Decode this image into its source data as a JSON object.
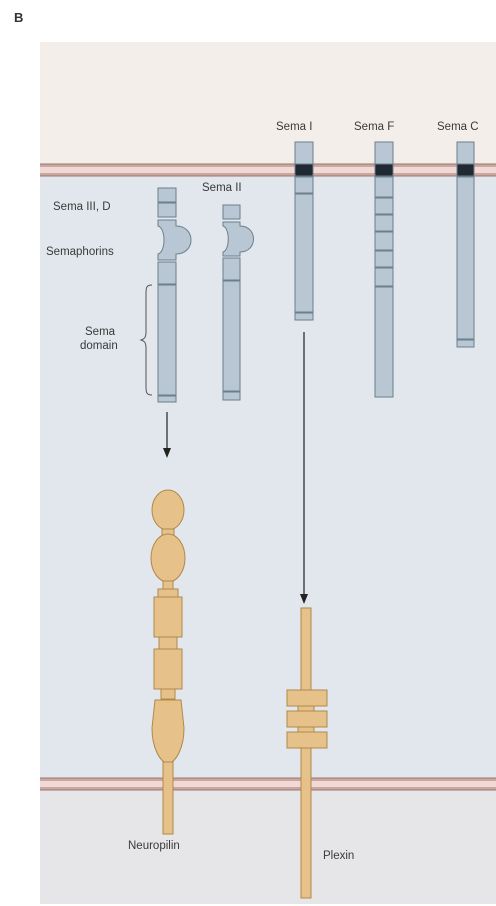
{
  "panel_letter": "B",
  "labels": {
    "sema_1": "Sema I",
    "sema_f": "Sema F",
    "sema_c": "Sema C",
    "sema_2": "Sema II",
    "sema_3d": "Sema III, D",
    "semaphorins": "Semaphorins",
    "sema_domain_line1": "Sema",
    "sema_domain_line2": "domain",
    "neuropilin": "Neuropilin",
    "plexin": "Plexin"
  },
  "colors": {
    "background_top": "#f2ece8",
    "background_membrane_zone": "#dfe6ea",
    "membrane_outer": "#caa7a1",
    "membrane_inner": "#f1dad6",
    "semaphorin_fill": "#b8c7d3",
    "semaphorin_stroke": "#6d7f8c",
    "tm_dark_band": "#1f2a35",
    "receptor_fill": "#e6c28a",
    "receptor_stroke": "#b08848",
    "arrow": "#222222"
  }
}
